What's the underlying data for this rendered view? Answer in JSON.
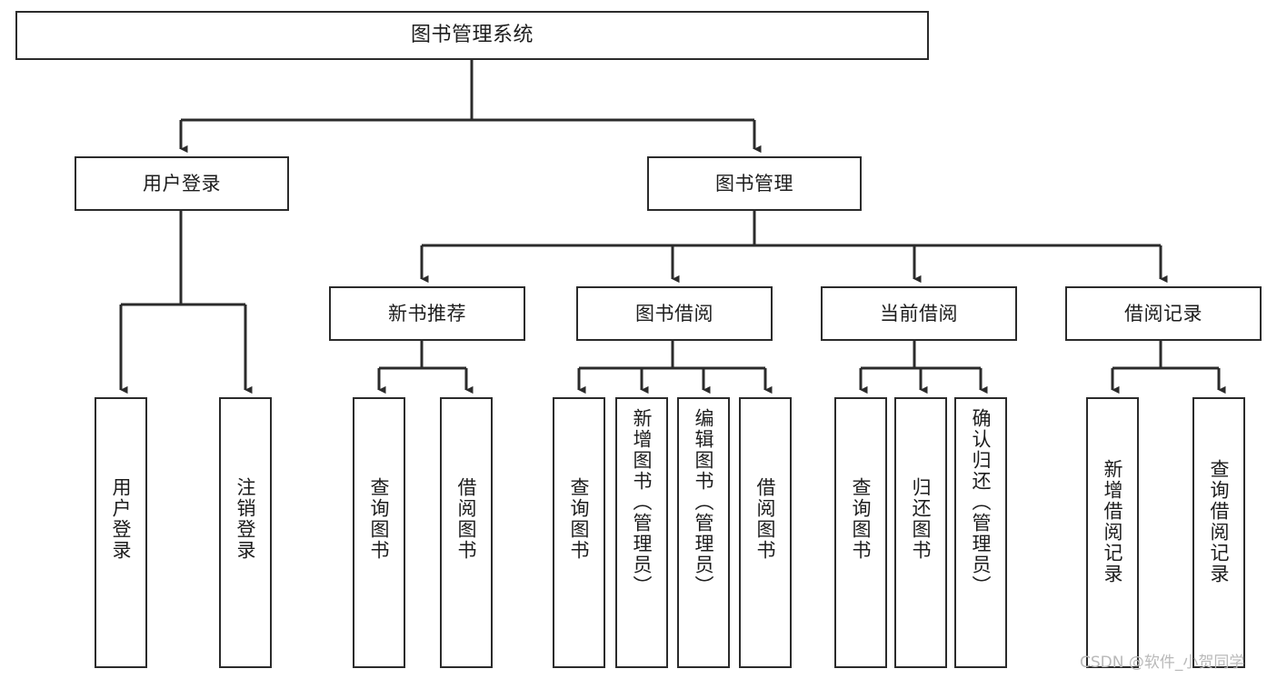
{
  "diagram": {
    "title": "图书管理系统",
    "type": "tree-hierarchy",
    "colors": {
      "background": "#ffffff",
      "node_border": "#2b2b2b",
      "node_fill": "#ffffff",
      "edge": "#2b2b2b",
      "text": "#1d1d1d",
      "watermark": "#b9b9b9"
    },
    "nodes": {
      "root": {
        "label": "图书管理系统"
      },
      "level2": [
        {
          "id": "user-login",
          "label": "用户登录"
        },
        {
          "id": "book-manage",
          "label": "图书管理"
        }
      ],
      "level3": [
        {
          "id": "new-book-recommend",
          "label": "新书推荐"
        },
        {
          "id": "book-borrow",
          "label": "图书借阅"
        },
        {
          "id": "current-borrow",
          "label": "当前借阅"
        },
        {
          "id": "borrow-record",
          "label": "借阅记录"
        }
      ],
      "leaves": {
        "user_login": [
          {
            "id": "leaf-user-login",
            "label": "用户登录"
          },
          {
            "id": "leaf-logout-login",
            "label": "注销登录"
          }
        ],
        "new_book_recommend": [
          {
            "id": "leaf-query-book-1",
            "label": "查询图书"
          },
          {
            "id": "leaf-borrow-book-1",
            "label": "借阅图书"
          }
        ],
        "book_borrow": [
          {
            "id": "leaf-query-book-2",
            "label": "查询图书"
          },
          {
            "id": "leaf-add-book",
            "label": "新增图书（管理员）"
          },
          {
            "id": "leaf-edit-book",
            "label": "编辑图书（管理员）"
          },
          {
            "id": "leaf-borrow-book-2",
            "label": "借阅图书"
          }
        ],
        "current_borrow": [
          {
            "id": "leaf-query-book-3",
            "label": "查询图书"
          },
          {
            "id": "leaf-return-book",
            "label": "归还图书"
          },
          {
            "id": "leaf-confirm-return",
            "label": "确认归还（管理员）"
          }
        ],
        "borrow_record": [
          {
            "id": "leaf-add-borrow-record",
            "label": "新增借阅记录"
          },
          {
            "id": "leaf-query-borrow-record",
            "label": "查询借阅记录"
          }
        ]
      }
    }
  },
  "watermark": {
    "text": "CSDN @软件_小贺同学"
  }
}
